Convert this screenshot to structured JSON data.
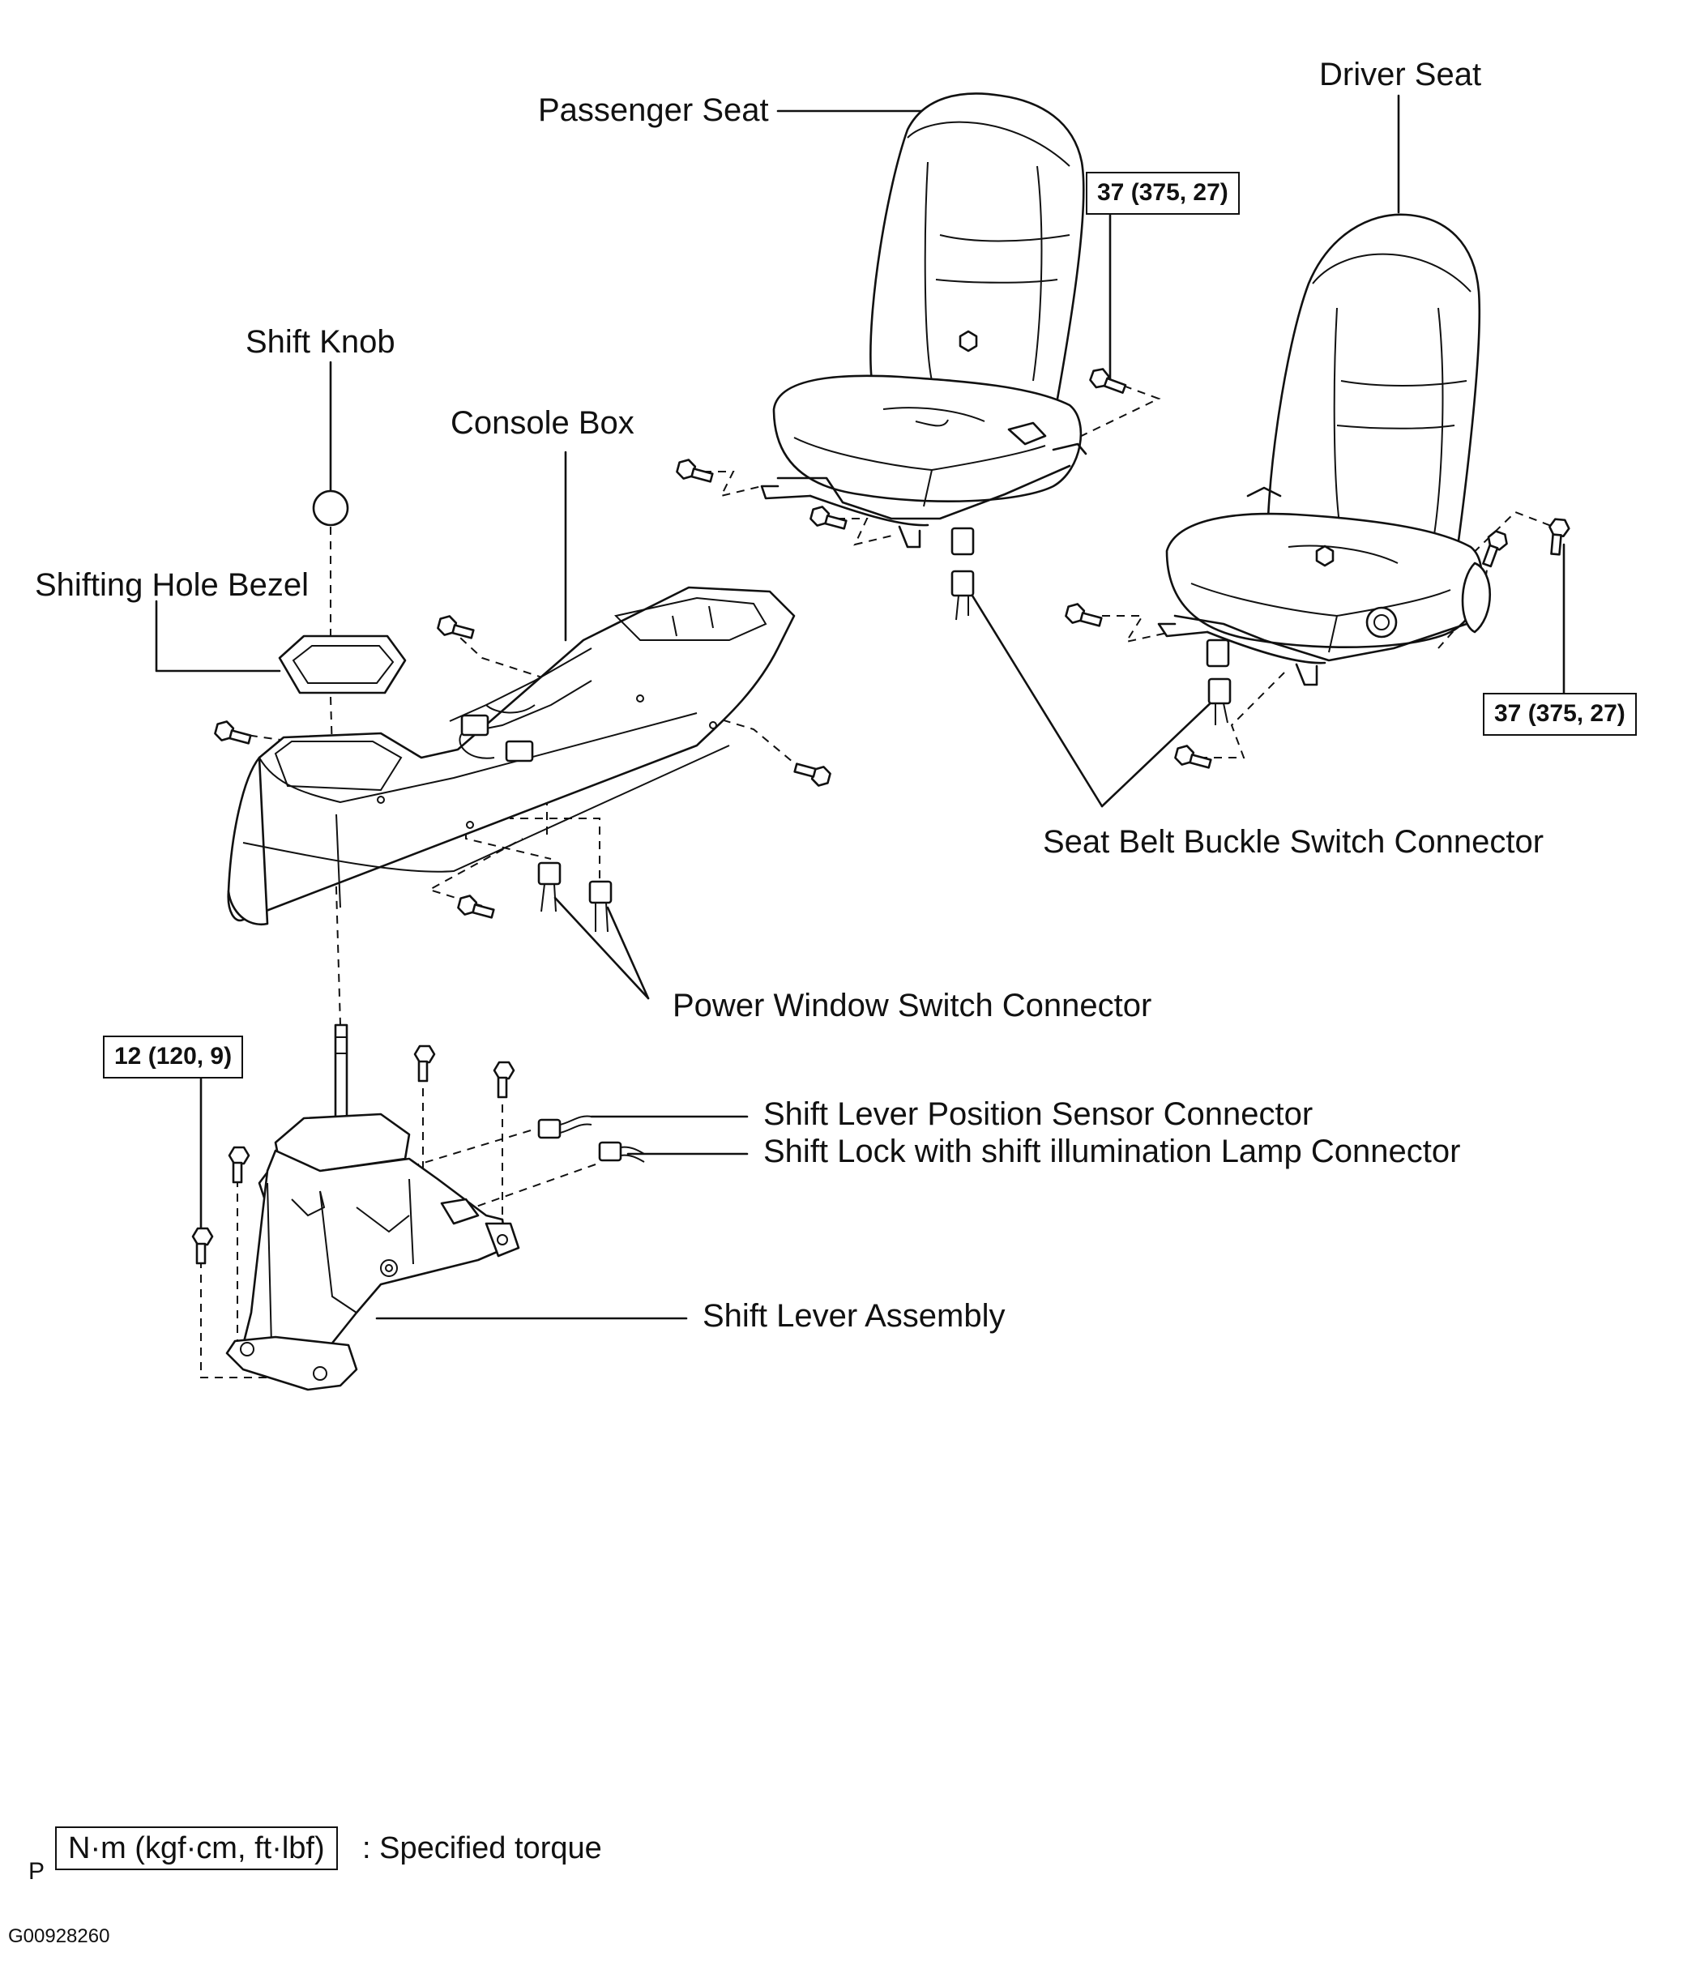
{
  "labels": {
    "passenger_seat": "Passenger Seat",
    "driver_seat": "Driver Seat",
    "shift_knob": "Shift Knob",
    "console_box": "Console Box",
    "shifting_hole_bezel": "Shifting Hole Bezel",
    "seat_belt_buckle_switch_connector": "Seat Belt Buckle Switch Connector",
    "power_window_switch_connector": "Power Window Switch Connector",
    "shift_lever_position_sensor_connector": "Shift Lever Position Sensor Connector",
    "shift_lock_lamp_connector": "Shift Lock with shift illumination Lamp Connector",
    "shift_lever_assembly": "Shift Lever Assembly"
  },
  "torque": {
    "passenger_seat": "37 (375, 27)",
    "driver_seat": "37 (375, 27)",
    "shift_lever": "12 (120, 9)"
  },
  "legend": {
    "prefix": "P",
    "unit_box": "N·m (kgf·cm, ft·lbf)",
    "description": ": Specified torque"
  },
  "figure_code": "G00928260",
  "icons": [
    "bolt-icon",
    "connector-icon",
    "seat-icon",
    "console-icon",
    "shift-lever-icon",
    "knob-icon"
  ]
}
